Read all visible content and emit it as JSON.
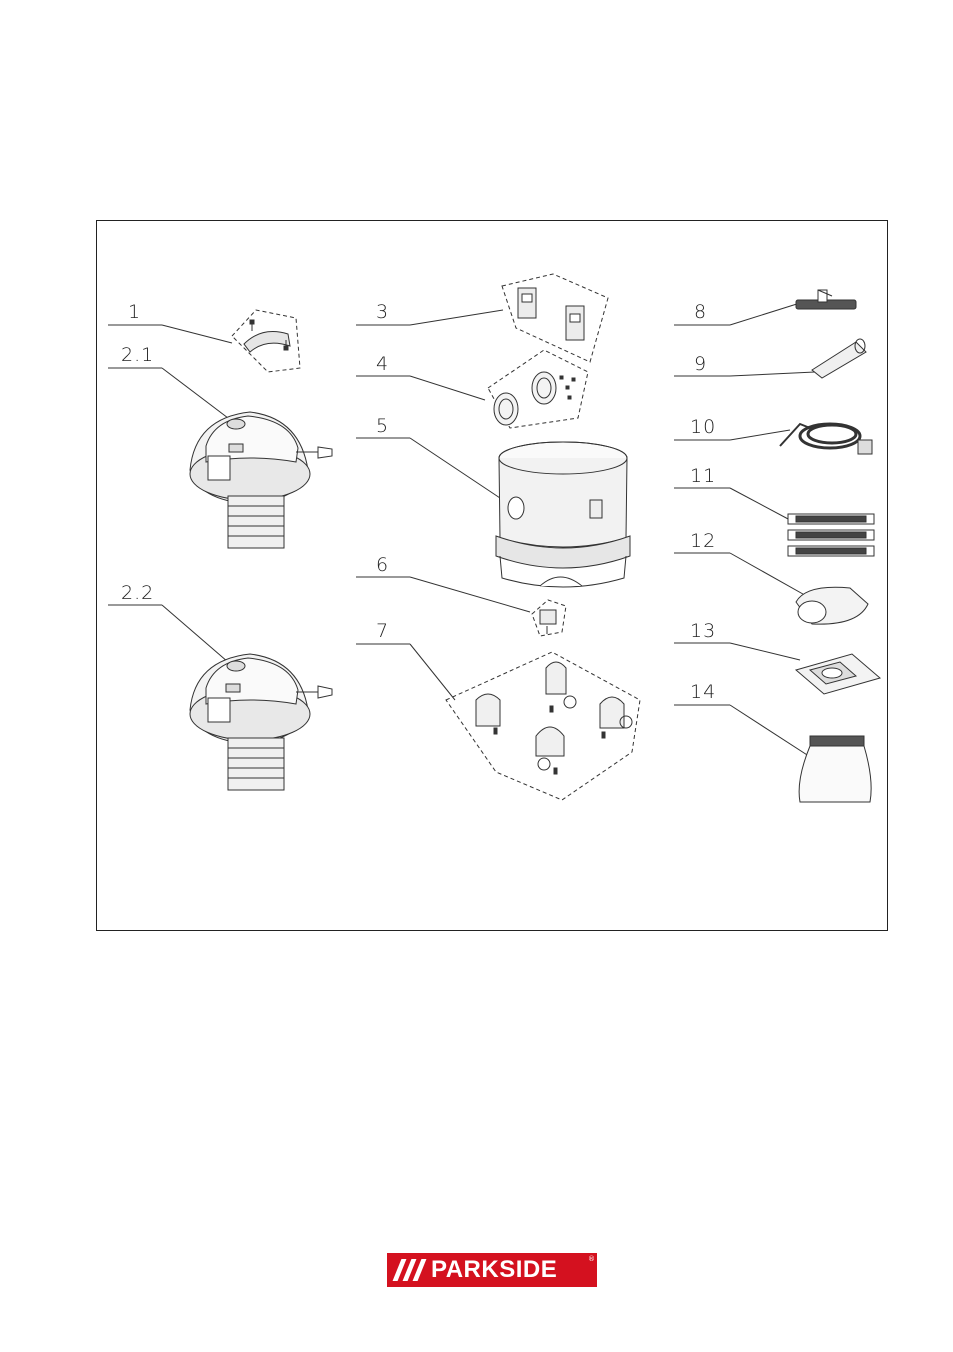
{
  "diagram": {
    "labels": [
      "1",
      "2.1",
      "2.2",
      "3",
      "4",
      "5",
      "6",
      "7",
      "8",
      "9",
      "10",
      "11",
      "12",
      "13",
      "14"
    ]
  },
  "brand": {
    "name": "PARKSIDE",
    "registered": "®",
    "color": "#d4111f"
  }
}
